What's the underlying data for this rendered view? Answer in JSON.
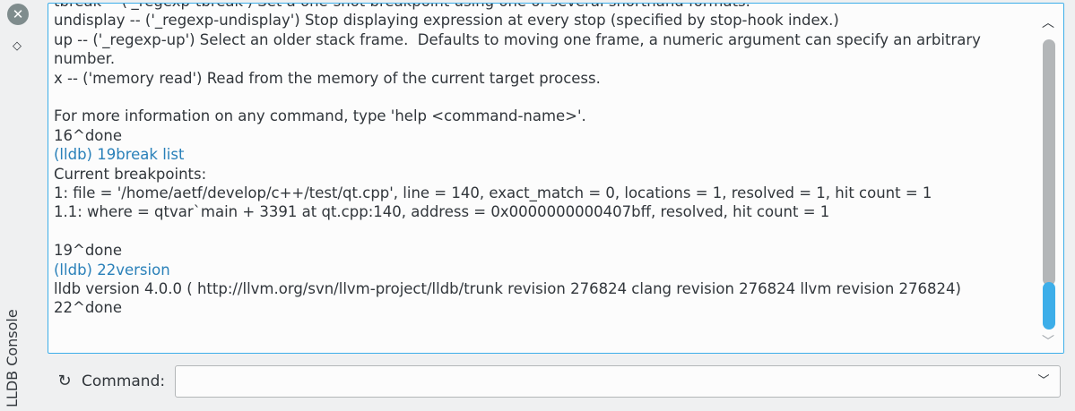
{
  "dock": {
    "title": "LLDB Console",
    "close_icon": "close-icon",
    "float_icon": "float-icon"
  },
  "output": {
    "lines": [
      {
        "text": "tbreak -- ('_regexp-tbreak') Set a one-shot breakpoint using one of several shorthand formats.",
        "cmd": false
      },
      {
        "text": "undisplay -- ('_regexp-undisplay') Stop displaying expression at every stop (specified by stop-hook index.)",
        "cmd": false
      },
      {
        "text": "up -- ('_regexp-up') Select an older stack frame.  Defaults to moving one frame, a numeric argument can specify an arbitrary",
        "cmd": false
      },
      {
        "text": "number.",
        "cmd": false
      },
      {
        "text": "x -- ('memory read') Read from the memory of the current target process.",
        "cmd": false
      },
      {
        "text": "",
        "cmd": false
      },
      {
        "text": "For more information on any command, type 'help <command-name>'.",
        "cmd": false
      },
      {
        "text": "16^done",
        "cmd": false
      },
      {
        "text": "(lldb) 19break list",
        "cmd": true
      },
      {
        "text": "Current breakpoints:",
        "cmd": false
      },
      {
        "text": "1: file = '/home/aetf/develop/c++/test/qt.cpp', line = 140, exact_match = 0, locations = 1, resolved = 1, hit count = 1",
        "cmd": false
      },
      {
        "text": "1.1: where = qtvar`main + 3391 at qt.cpp:140, address = 0x0000000000407bff, resolved, hit count = 1",
        "cmd": false
      },
      {
        "text": "",
        "cmd": false
      },
      {
        "text": "19^done",
        "cmd": false
      },
      {
        "text": "(lldb) 22version",
        "cmd": true
      },
      {
        "text": "lldb version 4.0.0 ( http://llvm.org/svn/llvm-project/lldb/trunk revision 276824 clang revision 276824 llvm revision 276824)",
        "cmd": false
      },
      {
        "text": "22^done",
        "cmd": false
      }
    ]
  },
  "command": {
    "label": "Command:",
    "value": "",
    "icon": "redo-icon"
  },
  "colors": {
    "accent": "#3daee9",
    "command_text": "#2980b9",
    "text": "#31363b"
  }
}
